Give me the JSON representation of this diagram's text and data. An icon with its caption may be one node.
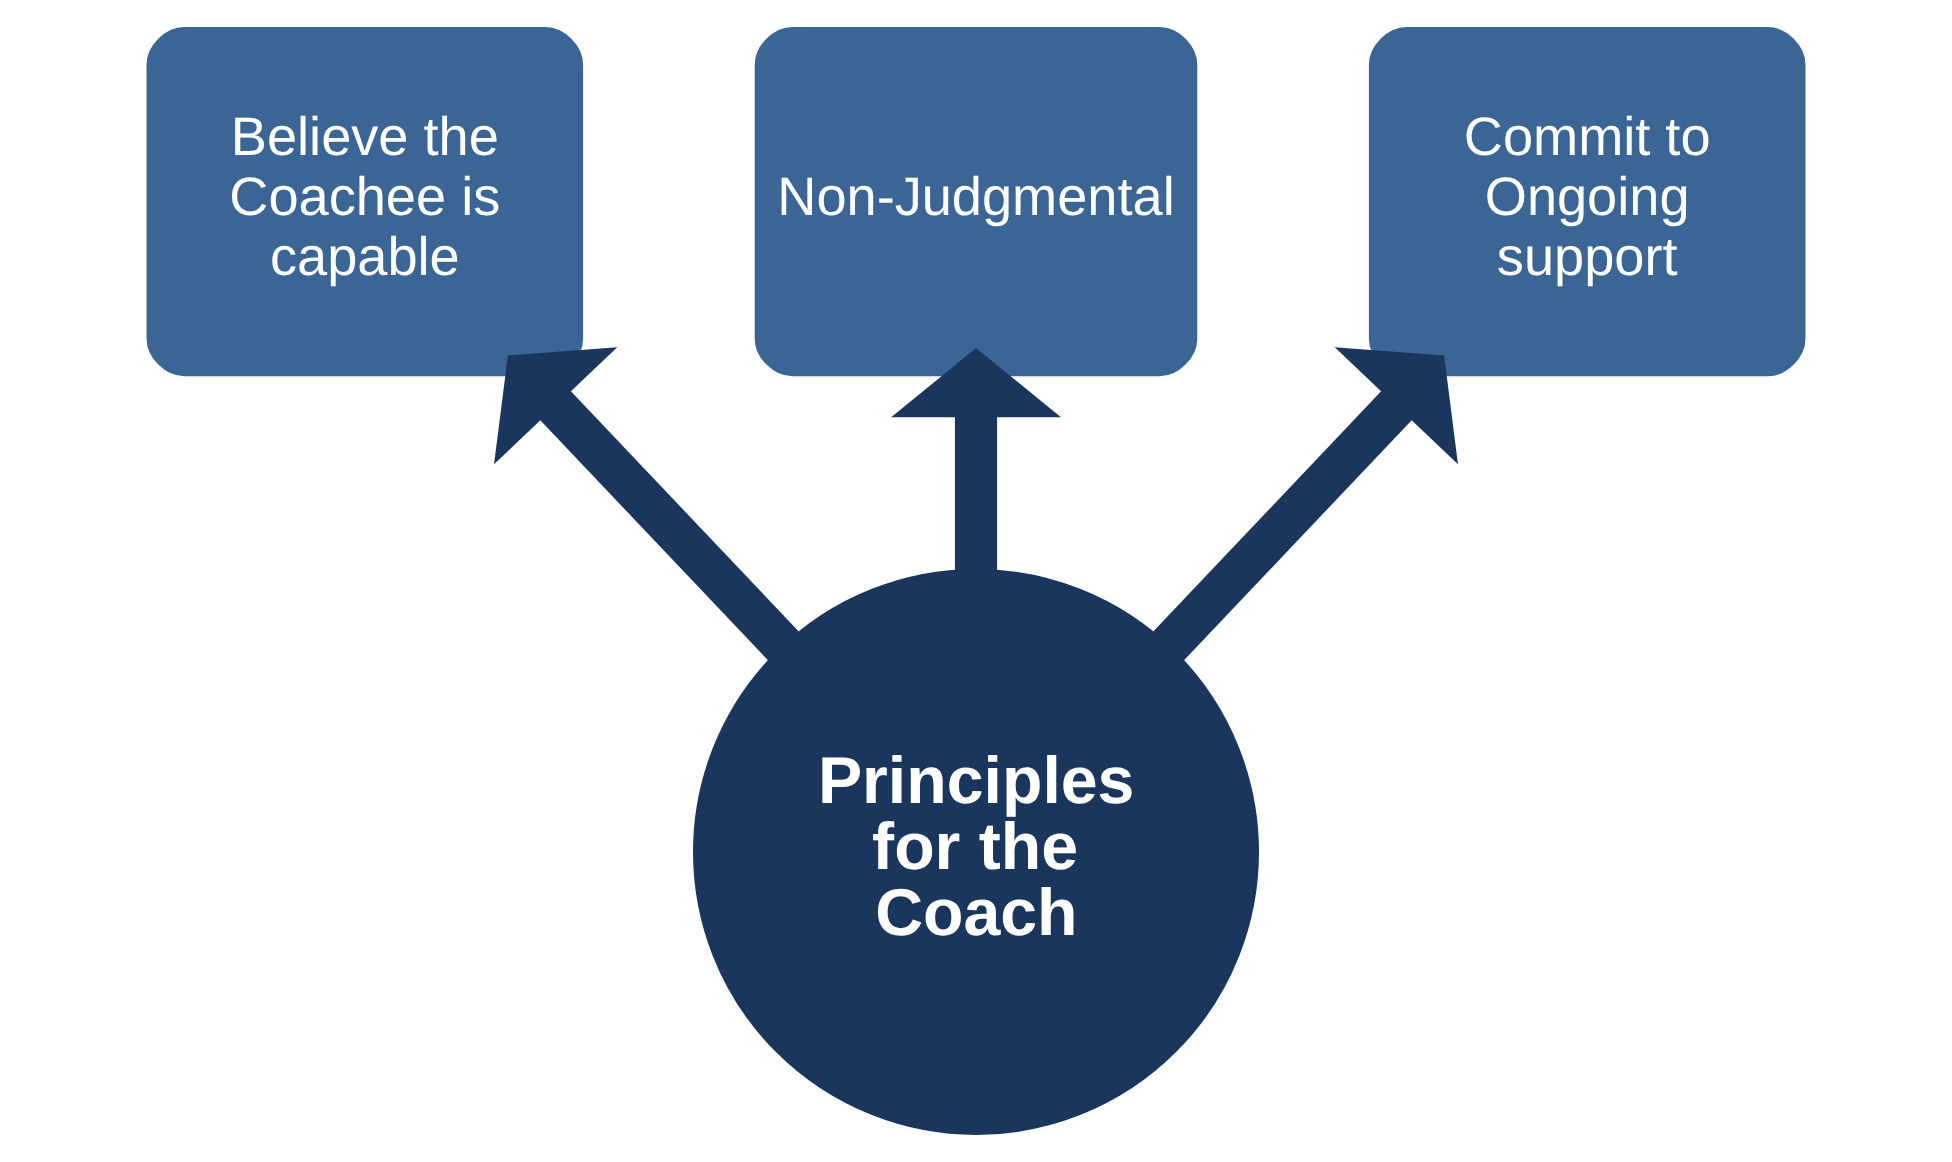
{
  "diagram": {
    "nodes": [
      {
        "text": [
          "Non-Judgmental"
        ]
      },
      {
        "text": [
          "Believe the Coachee is capable"
        ]
      },
      {
        "text": [
          "Commit to Ongoing support"
        ]
      },
      {
        "text": [
          "Principles for the Coach"
        ]
      }
    ],
    "edges": [
      {
        "from": 3,
        "to": 1,
        "arrow": "to"
      },
      {
        "from": 3,
        "to": 0,
        "arrow": "to"
      },
      {
        "from": 3,
        "to": 2,
        "arrow": "to"
      }
    ]
  }
}
